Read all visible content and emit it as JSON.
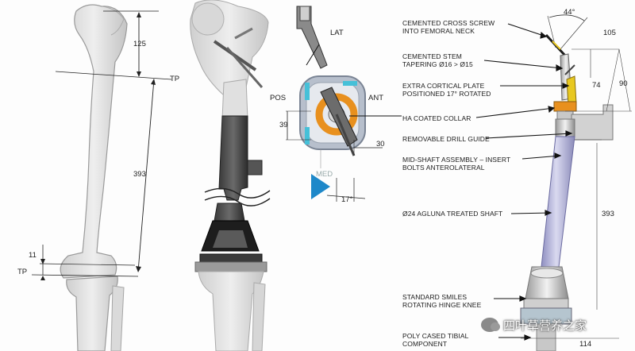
{
  "femur": {
    "dim_top": "125",
    "tp_upper": "TP",
    "dim_length": "393",
    "dim_bottom": "11",
    "tp_lower": "TP"
  },
  "section": {
    "lat": "LAT",
    "pos": "POS",
    "ant": "ANT",
    "med": "MED",
    "dim_39": "39",
    "dim_30": "30",
    "angle": "17°"
  },
  "implant": {
    "angle_top": "44°",
    "dim_105": "105",
    "dim_74": "74",
    "dim_90": "90",
    "dim_393": "393",
    "dim_114": "114",
    "labels": {
      "cross_screw": [
        "CEMENTED CROSS SCREW",
        "INTO FEMORAL NECK"
      ],
      "stem": [
        "CEMENTED STEM",
        "TAPERING Ø16 > Ø15"
      ],
      "plate": [
        "EXTRA CORTICAL PLATE",
        "POSITIONED 17°   ROTATED"
      ],
      "collar": "HA COATED COLLAR",
      "drill_guide": "REMOVABLE DRILL GUIDE",
      "midshaft": [
        "MID-SHAFT ASSEMBLY – INSERT",
        "BOLTS ANTEROLATERAL"
      ],
      "shaft": "Ø24 AGLUNA TREATED SHAFT",
      "knee": [
        "STANDARD SMILES",
        "ROTATING HINGE KNEE"
      ],
      "tibial": [
        "POLY CASED TIBIAL",
        "COMPONENT"
      ]
    }
  },
  "watermark": "四叶草营养之家",
  "colors": {
    "accent_play": "#1e88c9",
    "collar_orange": "#e8901e",
    "shaft_lavender": "#b9b9dc"
  }
}
